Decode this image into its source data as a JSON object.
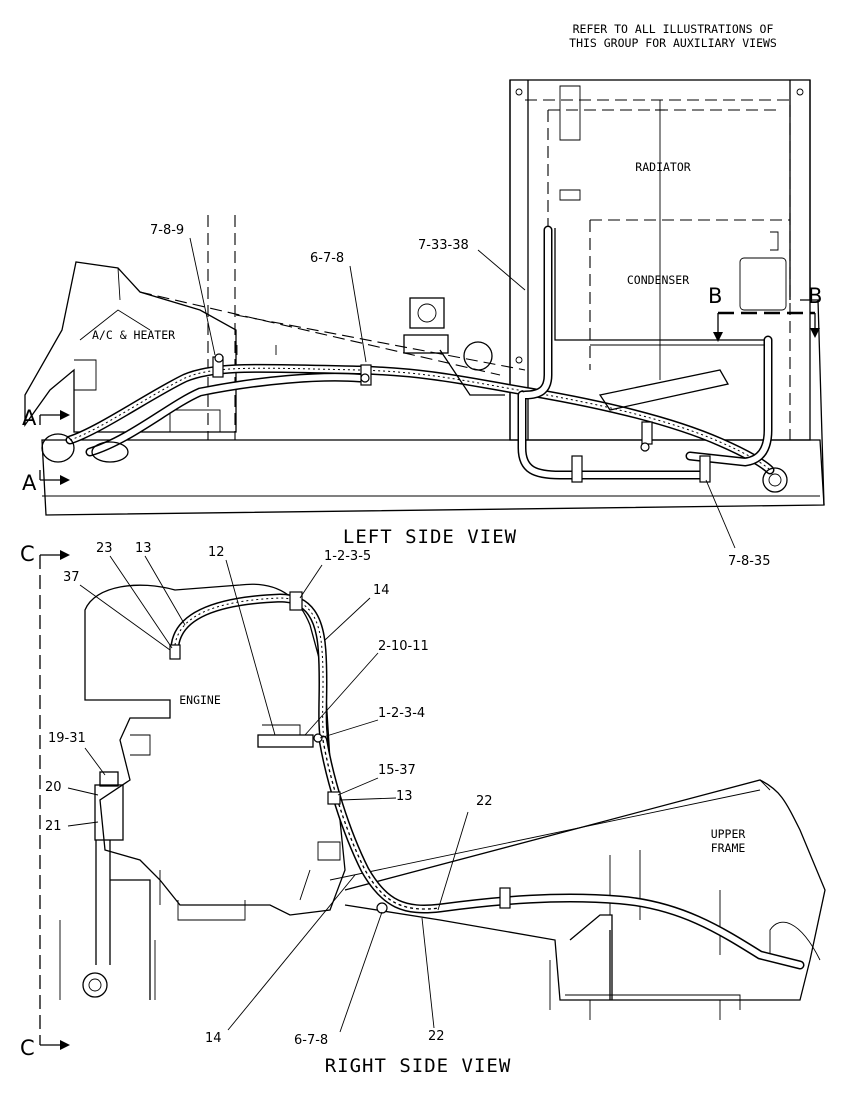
{
  "note": {
    "line1": "REFER TO ALL ILLUSTRATIONS OF",
    "line2": "THIS GROUP FOR AUXILIARY VIEWS"
  },
  "left_view": {
    "title": "LEFT SIDE VIEW",
    "components": {
      "radiator": "RADIATOR",
      "condenser": "CONDENSER",
      "ac_heater": "A/C & HEATER"
    },
    "callouts": [
      "7-8-9",
      "6-7-8",
      "7-33-38",
      "7-8-35"
    ],
    "section_a": "A",
    "section_b": "B"
  },
  "right_view": {
    "title": "RIGHT SIDE VIEW",
    "components": {
      "engine": "ENGINE",
      "upper_frame_1": "UPPER",
      "upper_frame_2": "FRAME"
    },
    "callouts": [
      "23",
      "13",
      "12",
      "1-2-3-5",
      "14",
      "37",
      "2-10-11",
      "1-2-3-4",
      "19-31",
      "15-37",
      "13",
      "20",
      "22",
      "21",
      "14",
      "6-7-8",
      "22"
    ],
    "section_c": "C"
  },
  "colors": {
    "ink": "#000000",
    "paper": "#ffffff"
  }
}
